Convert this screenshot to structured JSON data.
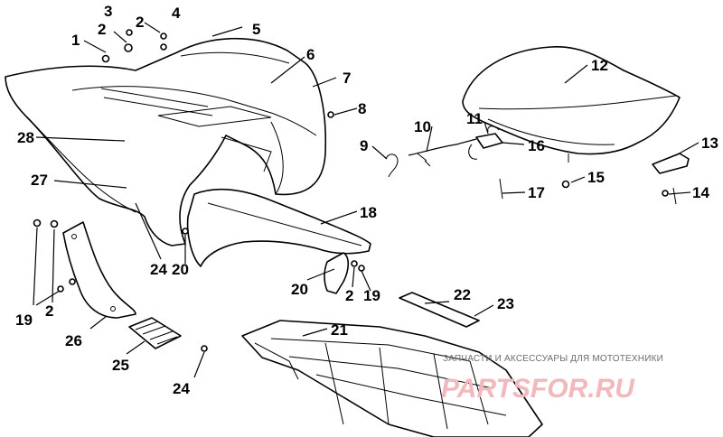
{
  "callouts": [
    "1",
    "2",
    "3",
    "2",
    "4",
    "5",
    "6",
    "7",
    "8",
    "9",
    "10",
    "11",
    "12",
    "13",
    "14",
    "15",
    "16",
    "17",
    "18",
    "19",
    "20",
    "2",
    "24",
    "20",
    "27",
    "28",
    "19",
    "2",
    "26",
    "25",
    "24",
    "21",
    "22",
    "23"
  ],
  "watermark": {
    "caption": "ЗАПЧАСТИ И АКСЕССУАРЫ ДЛЯ МОТОТЕХНИКИ",
    "logo": "PARTSFOR.RU"
  },
  "colors": {
    "ink": "#000000",
    "paper": "#ffffff",
    "logo": "#f2b9bd",
    "caption": "#6d6d6d"
  }
}
